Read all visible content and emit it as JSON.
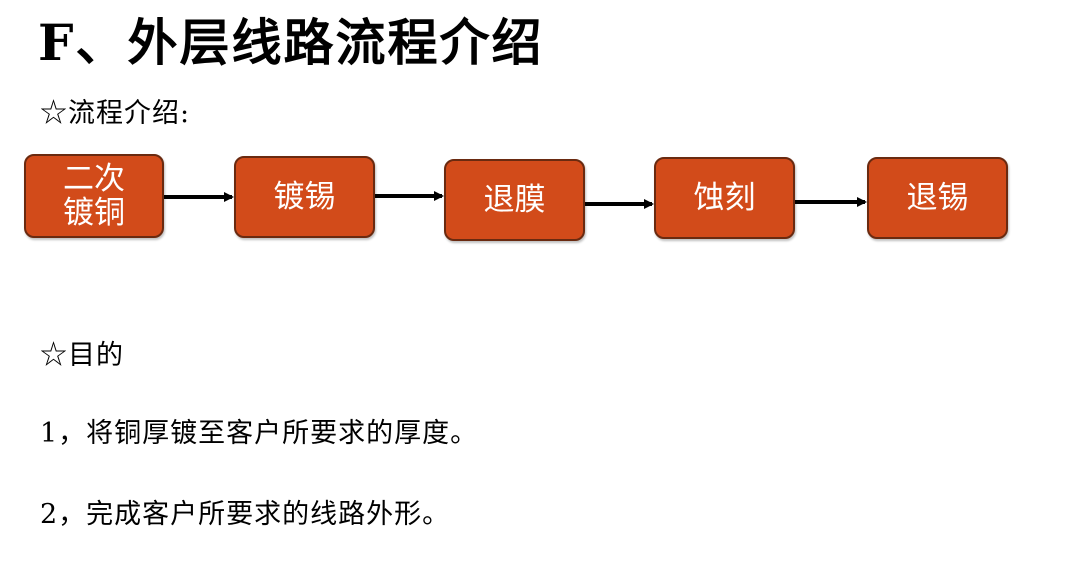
{
  "page": {
    "title": "F、外层线路流程介绍",
    "flow_intro": "☆流程介绍:",
    "purpose_heading": "☆目的",
    "points": [
      "1，将铜厚镀至客户所要求的厚度。",
      "2，完成客户所要求的线路外形。"
    ]
  },
  "flow": {
    "box_color": "#d24b1a",
    "steps": [
      {
        "line1": "二次",
        "line2": "镀铜"
      },
      {
        "line1": "镀锡",
        "line2": ""
      },
      {
        "line1": "退膜",
        "line2": ""
      },
      {
        "line1": "蚀刻",
        "line2": ""
      },
      {
        "line1": "退锡",
        "line2": ""
      }
    ]
  }
}
